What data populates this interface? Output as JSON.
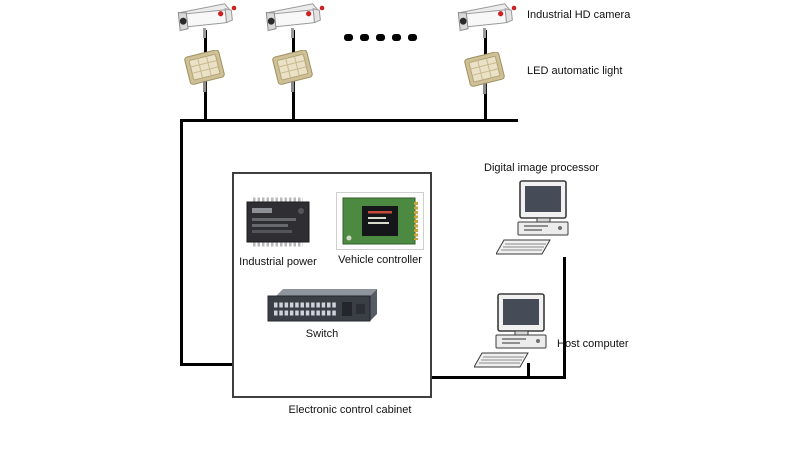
{
  "labels": {
    "industrial_hd_camera": "Industrial HD camera",
    "led_automatic_light": "LED automatic light",
    "digital_image_processor": "Digital image processor",
    "industrial_power": "Industrial power",
    "vehicle_controller": "Vehicle controller",
    "switch": "Switch",
    "host_computer": "Host computer",
    "electronic_control_cabinet": "Electronic control cabinet"
  },
  "ellipsis_dots": 5,
  "colors": {
    "connector_line": "#000000",
    "camera_accent_red": "#cf1f1f",
    "led_body_tan": "#cfc096",
    "pcb_green": "#4d8a41",
    "cabinet_border": "#3f3f3f"
  }
}
